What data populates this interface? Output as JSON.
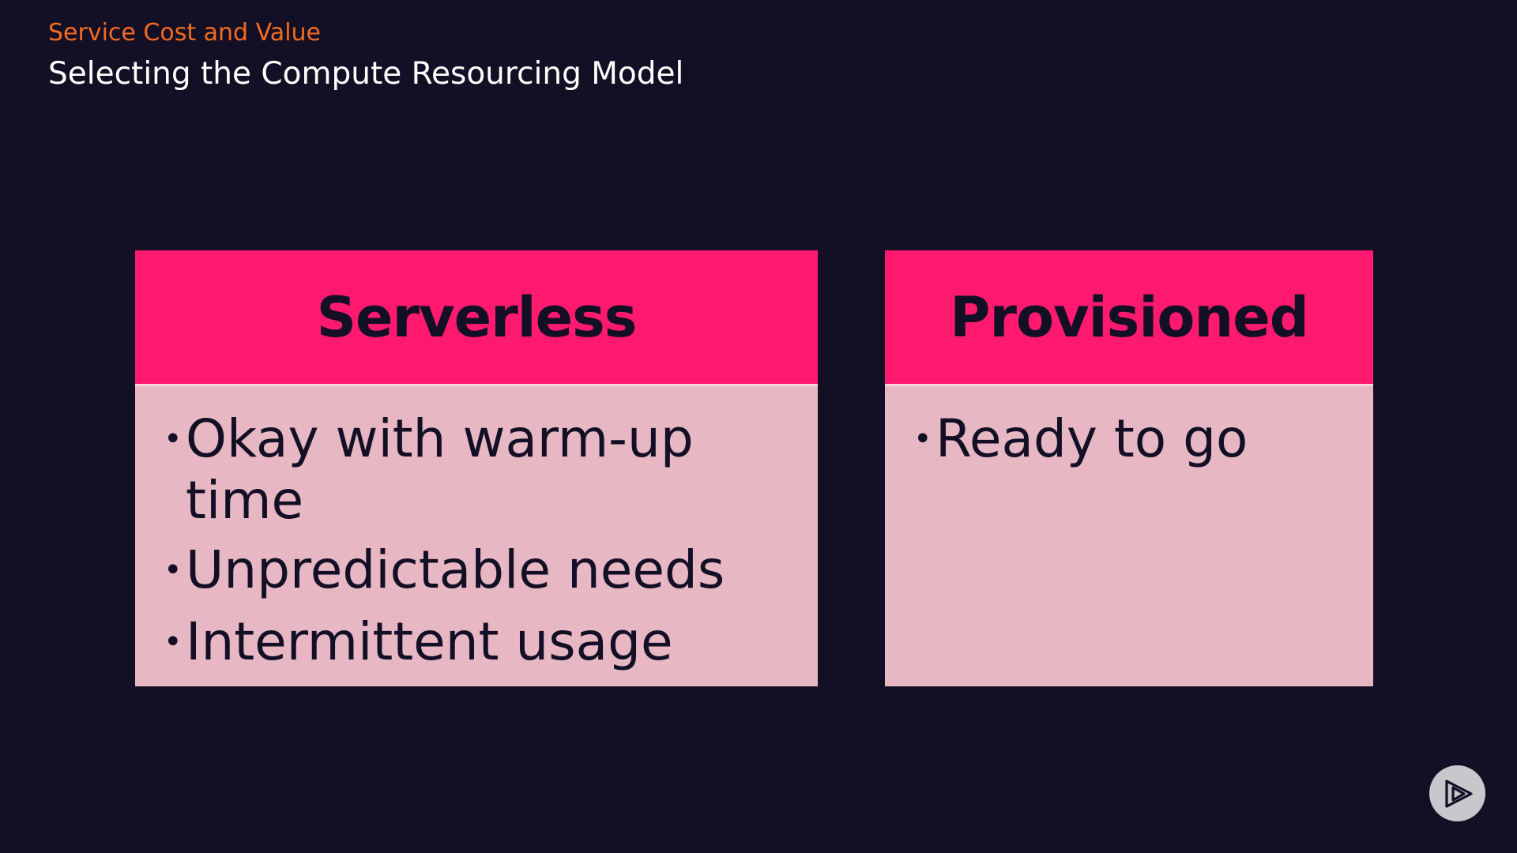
{
  "header": {
    "section_title": "Service Cost and Value",
    "slide_title": "Selecting the Compute Resourcing Model"
  },
  "cards": [
    {
      "title": "Serverless",
      "bullets": [
        "Okay with warm-up time",
        "Unpredictable needs",
        "Intermittent usage"
      ]
    },
    {
      "title": "Provisioned",
      "bullets": [
        "Ready to go"
      ]
    }
  ],
  "bullet_symbol": "•",
  "colors": {
    "background": "#130f25",
    "section_title": "#f26b21",
    "card_header": "#ff1a6f",
    "card_body": "#e7b7c4"
  },
  "icons": {
    "play_button": "pluralsight-play-icon"
  }
}
